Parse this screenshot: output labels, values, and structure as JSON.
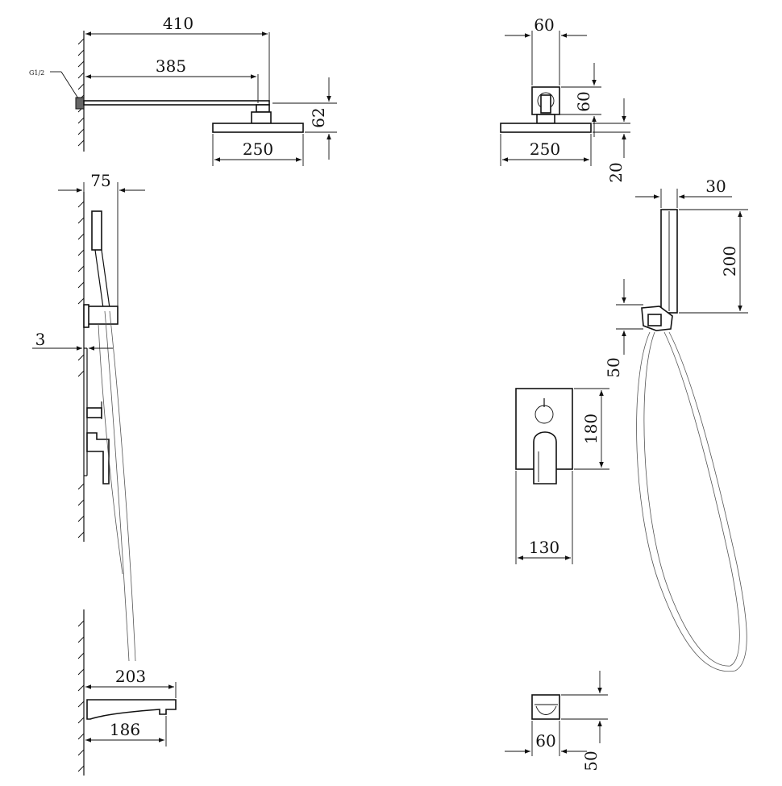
{
  "note": {
    "thread": "G1/2"
  },
  "dims": {
    "arm_total": "410",
    "arm_inner": "385",
    "drop": "62",
    "head_side": "250",
    "top_connector": "60",
    "top_connector_height": "60",
    "head_front": "250",
    "head_thickness": "20",
    "holder_projection": "75",
    "gap": "3",
    "holder_depth": "30",
    "hand_shower_length": "200",
    "bracket_height": "50",
    "plate_height": "180",
    "plate_width": "130",
    "spout_length": "203",
    "spout_inner": "186",
    "spout_width": "60",
    "spout_height": "50"
  }
}
